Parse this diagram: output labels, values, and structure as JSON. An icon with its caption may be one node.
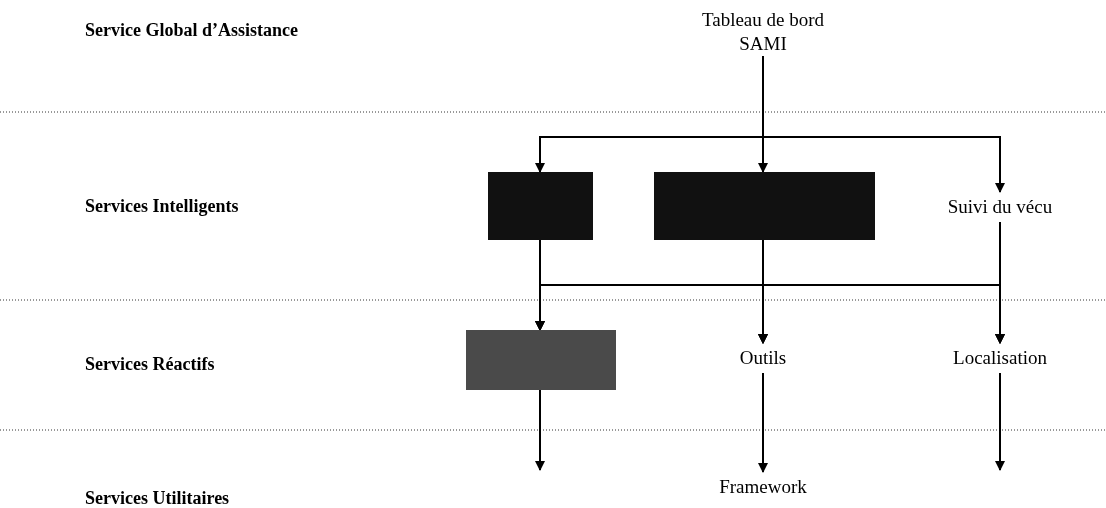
{
  "diagram": {
    "nodes": [
      {
        "text": [
          "Tableau de bord SAMI"
        ]
      },
      {
        "text": [],
        "shape": "box"
      },
      {
        "text": [],
        "shape": "box"
      },
      {
        "text": [
          "Suivi du vécu"
        ]
      },
      {
        "text": [],
        "shape": "box"
      },
      {
        "text": [
          "Outils"
        ]
      },
      {
        "text": [
          "Localisation"
        ]
      },
      {
        "text": [
          "Framework"
        ]
      }
    ],
    "edges": [
      {
        "from": 0,
        "to": 1,
        "arrow": "to"
      },
      {
        "from": 0,
        "to": 2,
        "arrow": "to"
      },
      {
        "from": 0,
        "to": 3,
        "arrow": "to"
      },
      {
        "from": 1,
        "to": 4,
        "arrow": "to"
      },
      {
        "from": 1,
        "to": 5,
        "arrow": "to"
      },
      {
        "from": 1,
        "to": 6,
        "arrow": "to"
      },
      {
        "from": 2,
        "to": 4,
        "arrow": "to"
      },
      {
        "from": 2,
        "to": 5,
        "arrow": "to"
      },
      {
        "from": 2,
        "to": 6,
        "arrow": "to"
      },
      {
        "from": 3,
        "to": 4,
        "arrow": "to"
      },
      {
        "from": 3,
        "to": 5,
        "arrow": "to"
      },
      {
        "from": 3,
        "to": 6,
        "arrow": "to"
      },
      {
        "from": 4,
        "to": null,
        "arrow": "to"
      },
      {
        "from": 5,
        "to": 7,
        "arrow": "to"
      },
      {
        "from": 6,
        "to": null,
        "arrow": "to"
      }
    ],
    "labels": [
      "Service Global d’Assistance",
      "Services Intelligents",
      "Services Réactifs",
      "Services Utilitaires"
    ]
  }
}
